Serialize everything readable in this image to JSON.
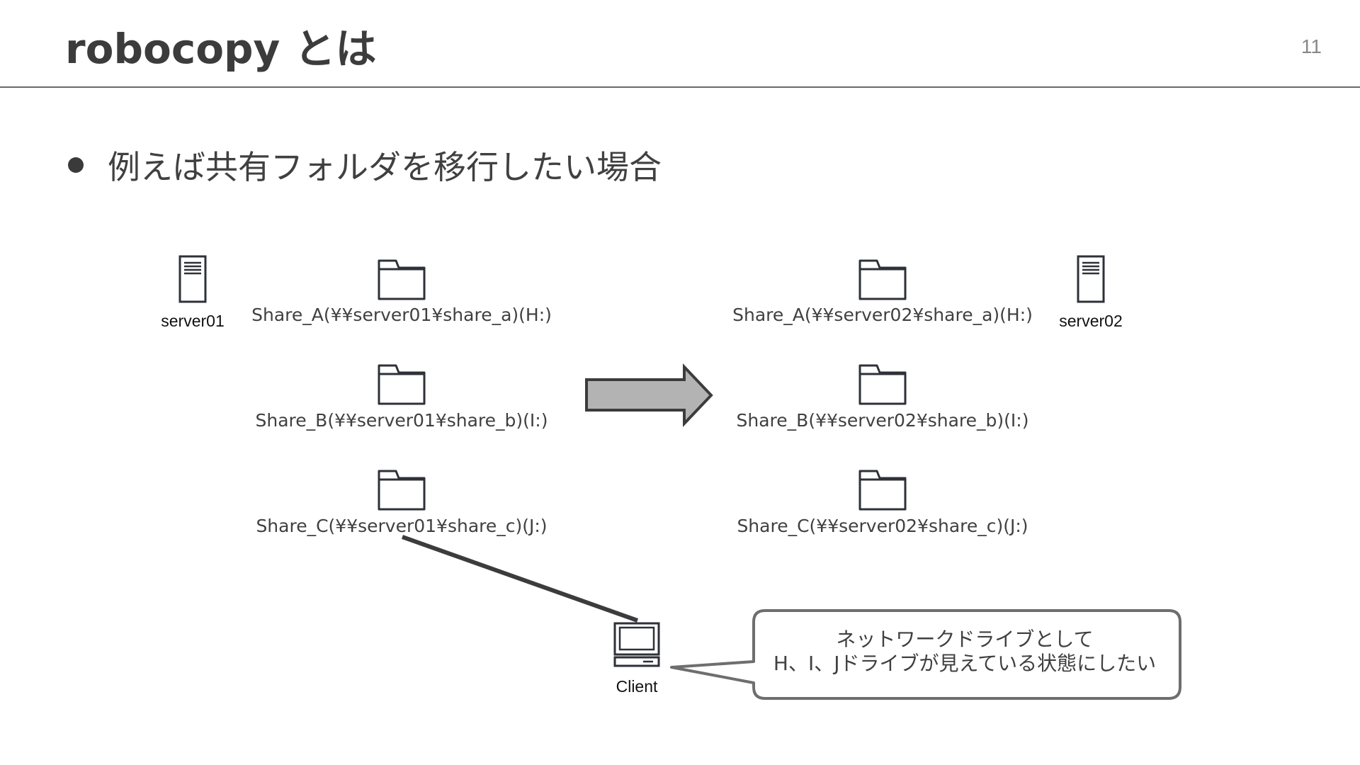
{
  "slide": {
    "title": "robocopy とは",
    "page_number": "11",
    "bullet": "例えば共有フォルダを移行したい場合"
  },
  "source": {
    "server_label": "server01",
    "shares": [
      "Share_A(¥¥server01¥share_a)(H:)",
      "Share_B(¥¥server01¥share_b)(I:)",
      "Share_C(¥¥server01¥share_c)(J:)"
    ]
  },
  "destination": {
    "server_label": "server02",
    "shares": [
      "Share_A(¥¥server02¥share_a)(H:)",
      "Share_B(¥¥server02¥share_b)(I:)",
      "Share_C(¥¥server02¥share_c)(J:)"
    ]
  },
  "client": {
    "label": "Client"
  },
  "callout": {
    "line1": "ネットワークドライブとして",
    "line2": "H、I、Jドライブが見えている状態にしたい"
  },
  "icons": {
    "server": "server-icon",
    "folder": "folder-icon",
    "client": "computer-icon",
    "arrow": "right-arrow-icon"
  },
  "colors": {
    "arrow_fill": "#b3b3b3",
    "stroke": "#3c3c3c",
    "callout_border": "#6e6e6e"
  }
}
